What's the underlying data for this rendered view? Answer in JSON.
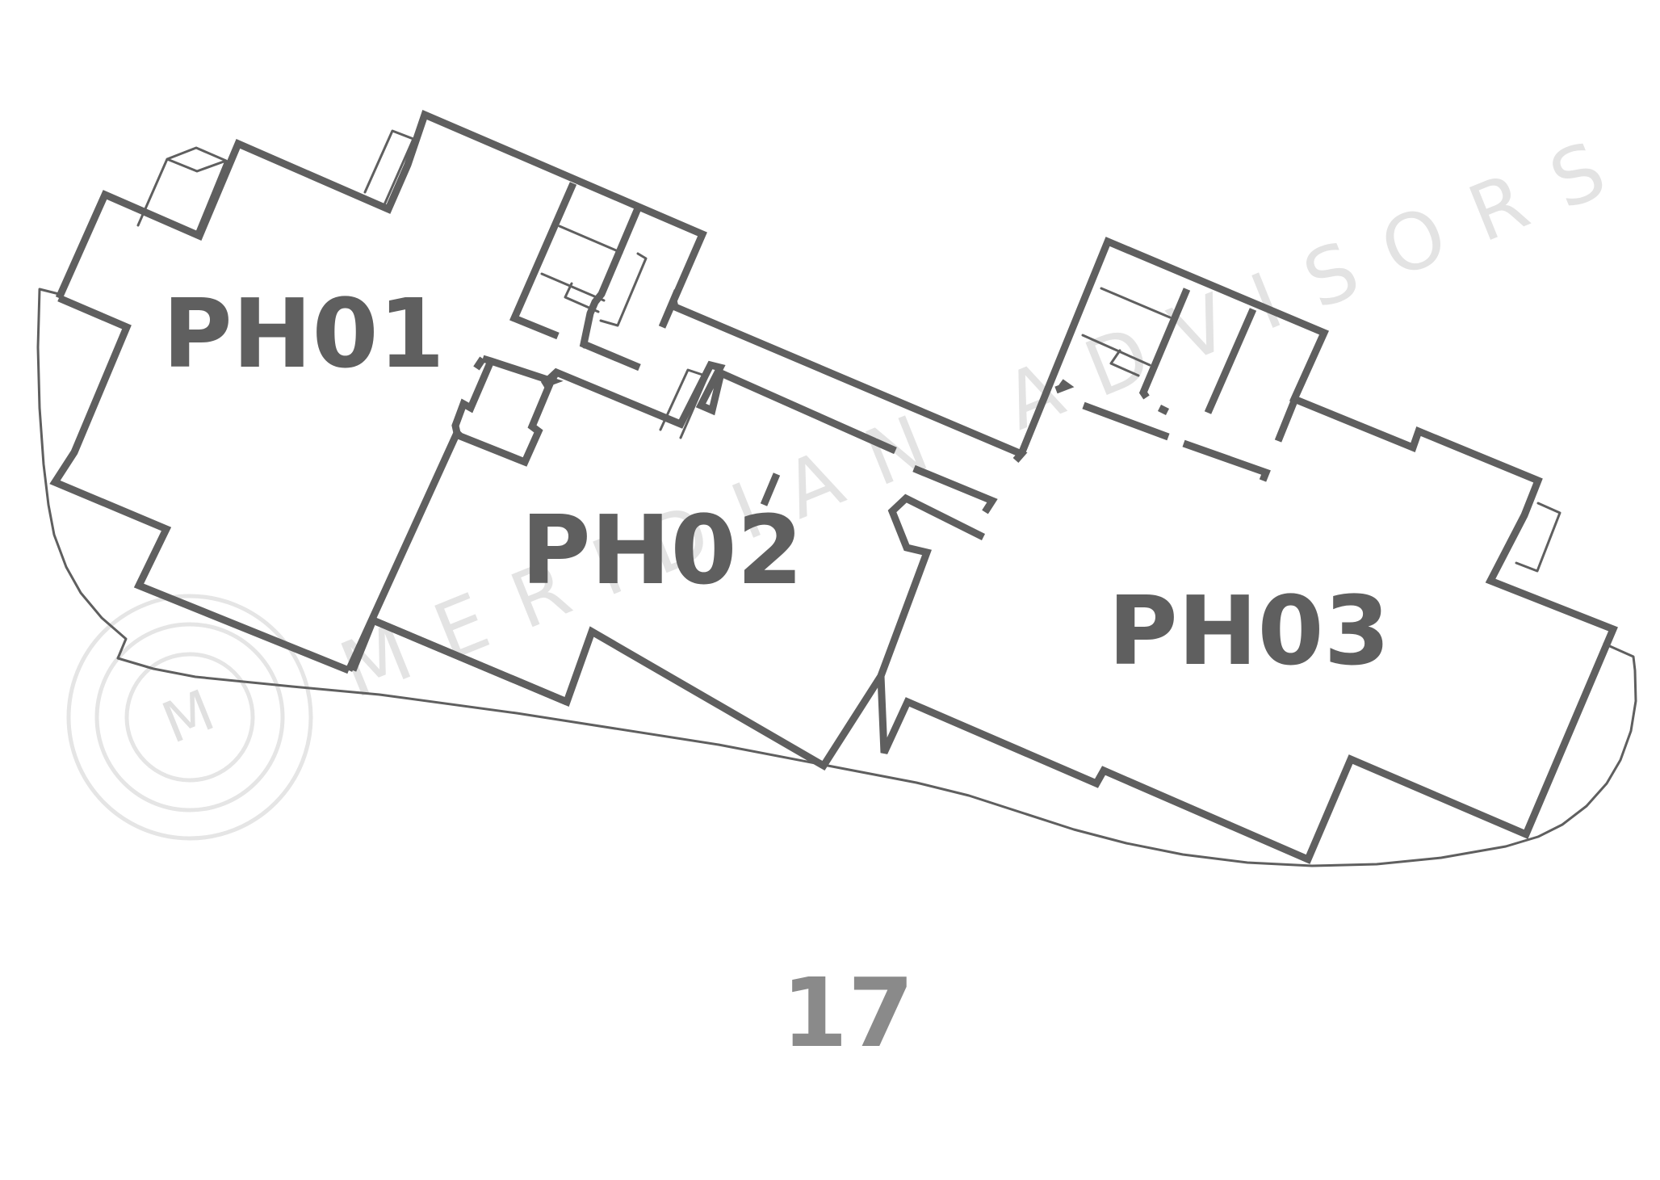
{
  "units": [
    {
      "id": "ph01",
      "label": "PH01"
    },
    {
      "id": "ph02",
      "label": "PH02"
    },
    {
      "id": "ph03",
      "label": "PH03"
    }
  ],
  "floor": {
    "label": "17"
  },
  "watermark": {
    "text": "MERIDIAN ADVISORS",
    "logo_letter": "M",
    "color": "#e3e3e3"
  },
  "colors": {
    "wall": "#5f5f5f",
    "unit_label": "#5f5f5f",
    "floor_label": "#8a8a8a",
    "background": "#ffffff"
  }
}
